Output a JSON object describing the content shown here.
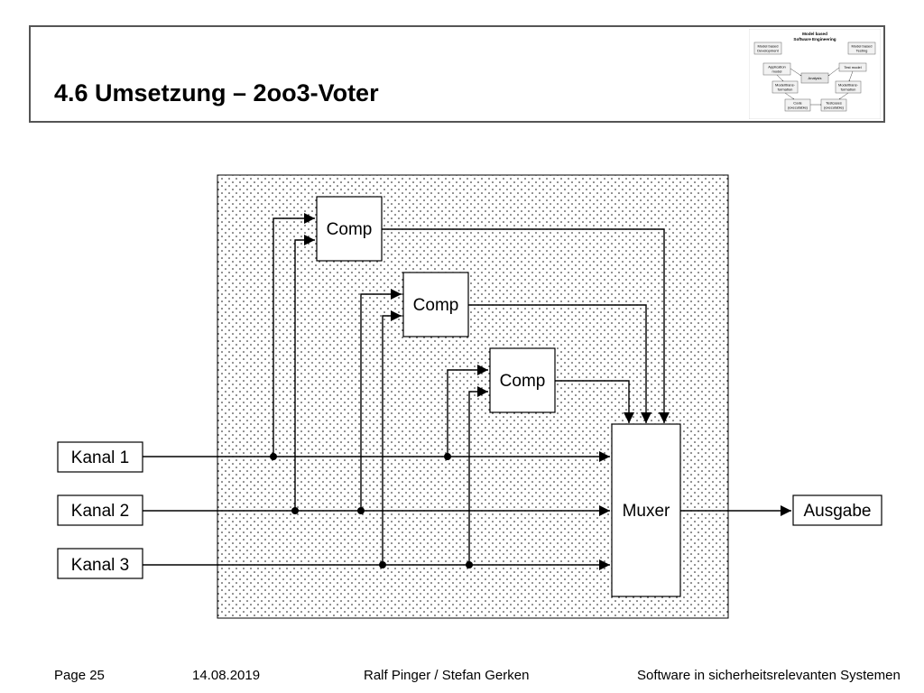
{
  "slide": {
    "title": "4.6 Umsetzung – 2oo3-Voter"
  },
  "thumbnail": {
    "heading_line1": "Model based",
    "heading_line2": "Software Engineering",
    "nodes": {
      "dev_line1": "Model based",
      "dev_line2": "Development",
      "test_line1": "Model based",
      "test_line2": "Testing",
      "app_line1": "Application",
      "app_line2": "model",
      "testmodel": "Test model",
      "analysis": "Analysis",
      "mt_left_line1": "Modelltrans-",
      "mt_left_line2": "formation",
      "mt_right_line1": "Modelltrans-",
      "mt_right_line2": "formation",
      "code_line1": "Code",
      "code_line2": "(executable)",
      "testcases_line1": "Testcases",
      "testcases_line2": "(executable)"
    }
  },
  "diagram": {
    "comp1": "Comp",
    "comp2": "Comp",
    "comp3": "Comp",
    "kanal1": "Kanal 1",
    "kanal2": "Kanal 2",
    "kanal3": "Kanal 3",
    "muxer": "Muxer",
    "ausgabe": "Ausgabe"
  },
  "footer": {
    "page": "Page 25",
    "date": "14.08.2019",
    "authors": "Ralf Pinger / Stefan Gerken",
    "course": "Software in sicherheitsrelevanten Systemen"
  }
}
